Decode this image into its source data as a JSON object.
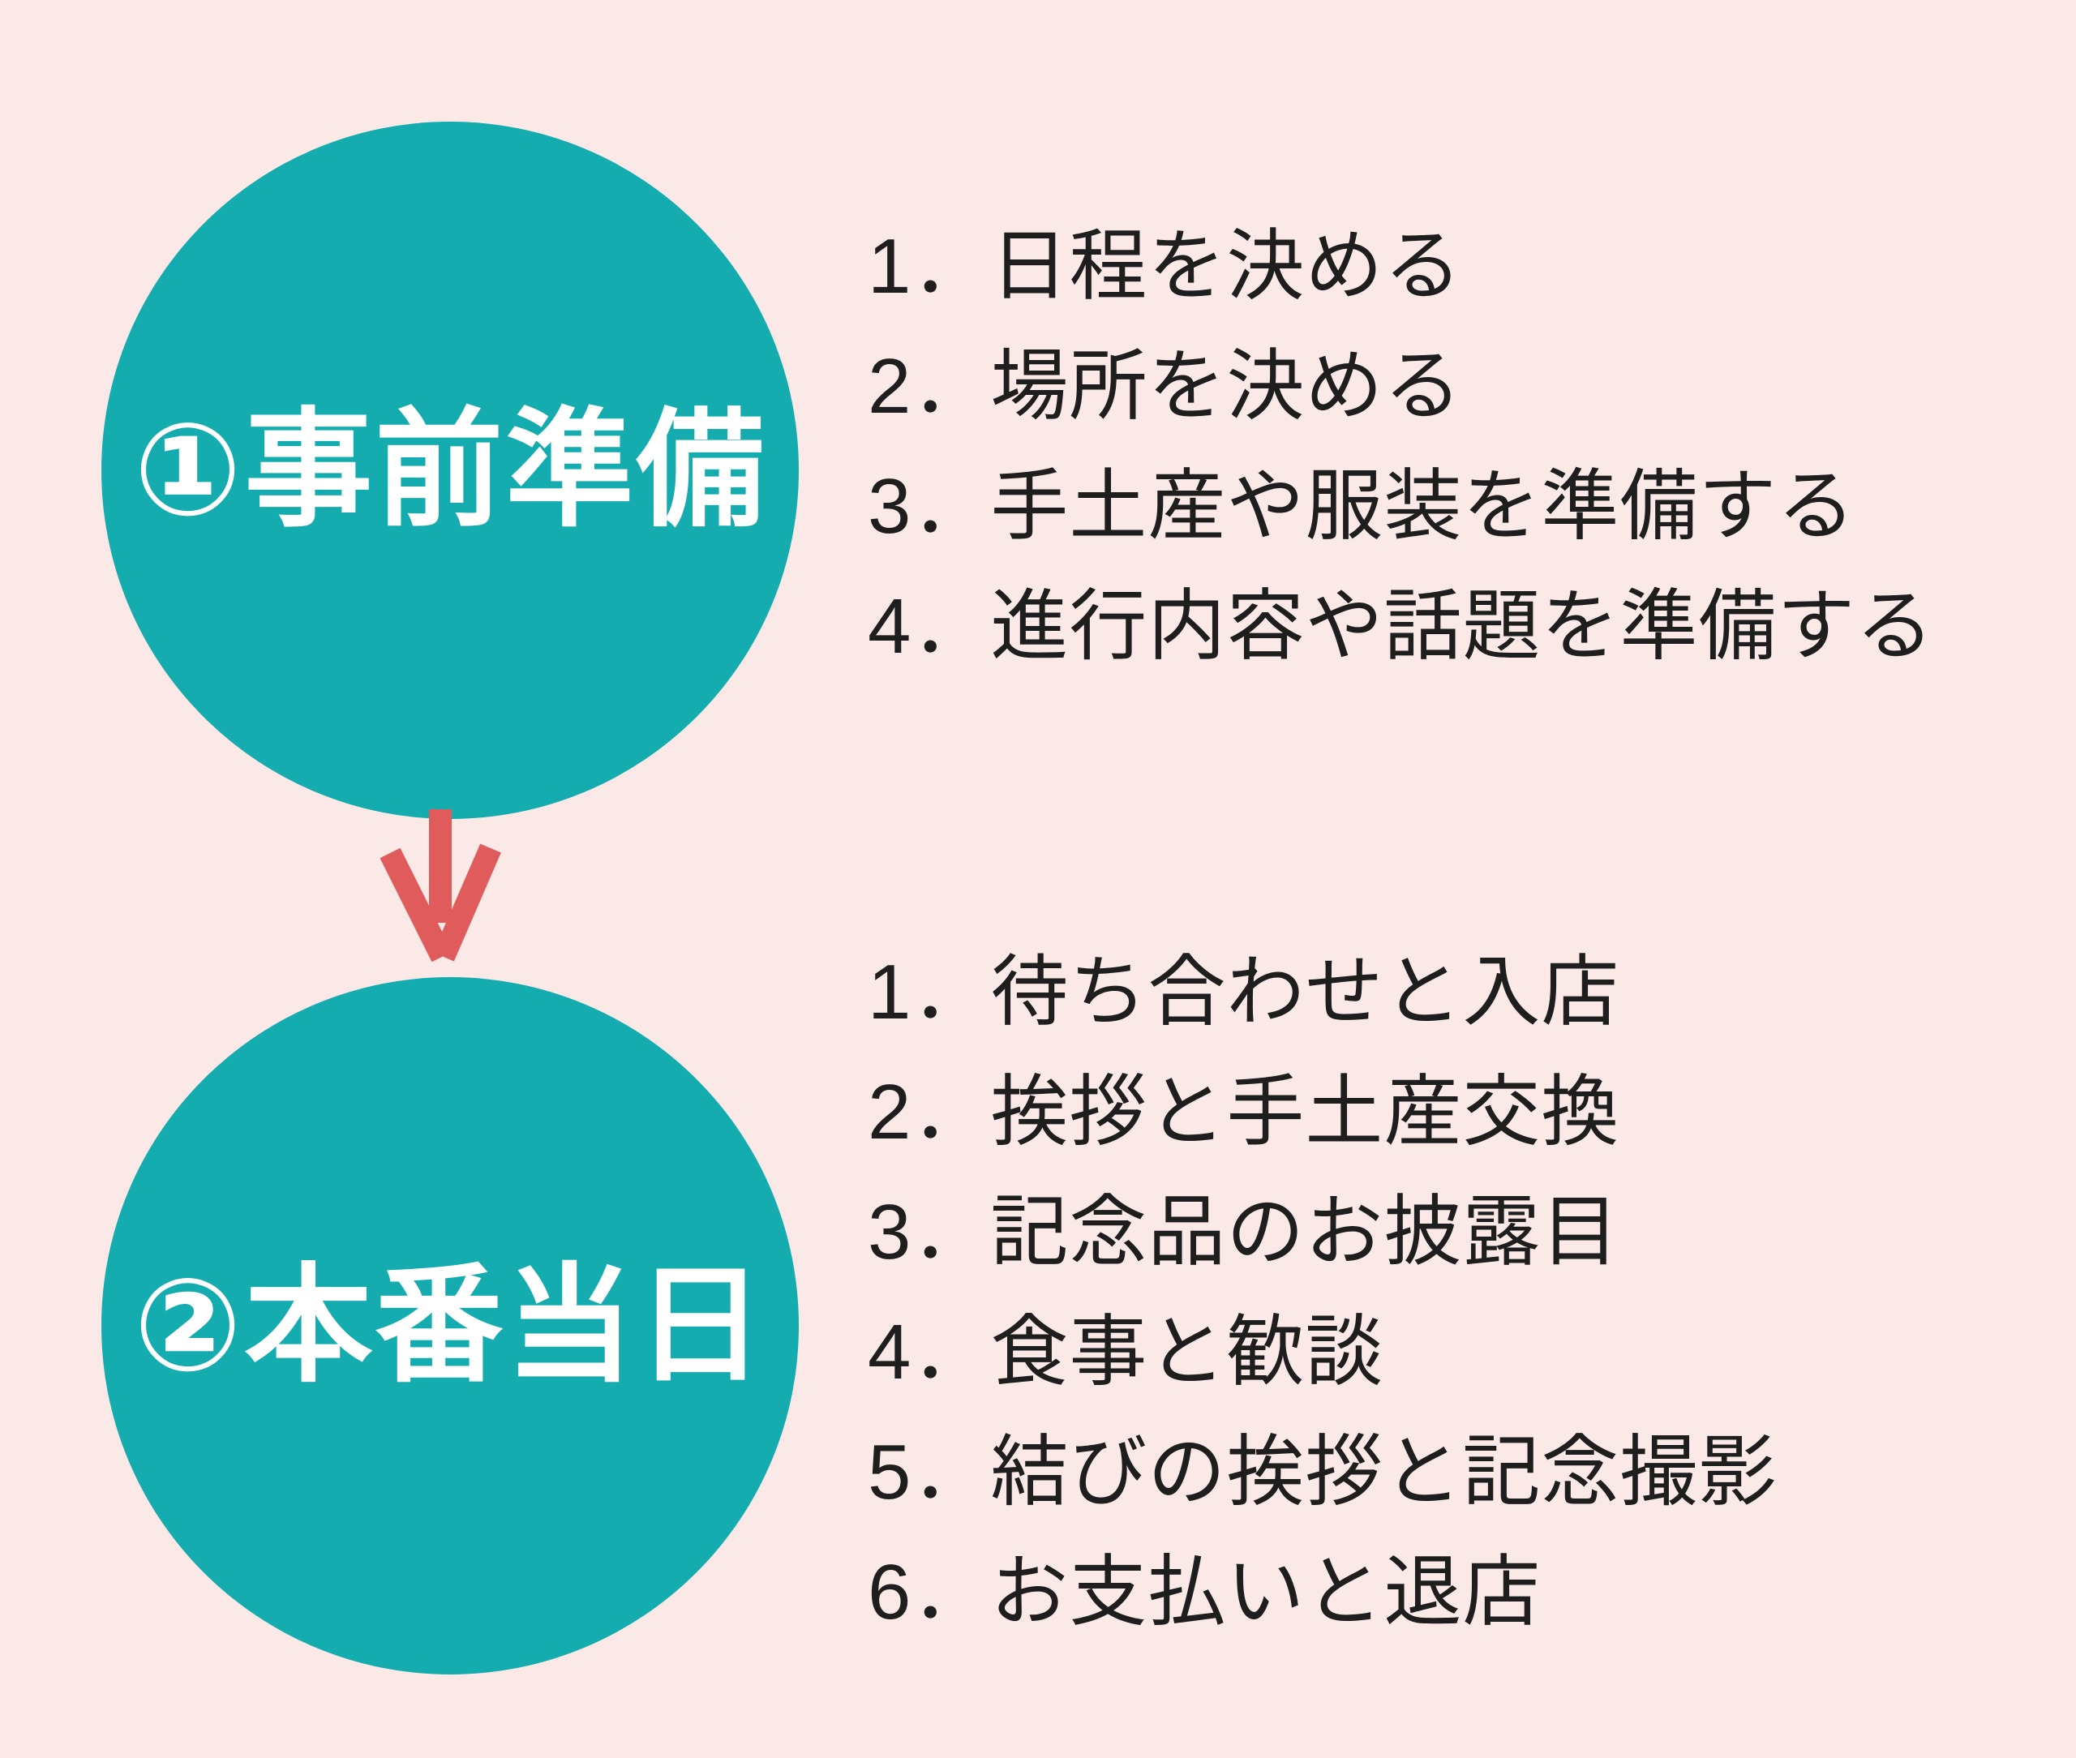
{
  "colors": {
    "bg": "#FBE9E7",
    "teal": "#15ACB0",
    "arrow": "#E05B5B",
    "text": "#1E1E1E",
    "circle_text": "#FFFFFF"
  },
  "steps": [
    {
      "circle_label": "①事前準備",
      "items": [
        "1．日程を決める",
        "2．場所を決める",
        "3．手土産や服装を準備する",
        "4．進行内容や話題を準備する"
      ]
    },
    {
      "circle_label": "②本番当日",
      "items": [
        "1．待ち合わせと入店",
        "2．挨拶と手土産交換",
        "3．記念品のお披露目",
        "4．食事と歓談",
        "5．結びの挨拶と記念撮影",
        "6．お支払いと退店"
      ]
    }
  ],
  "connector": {
    "icon": "down-arrow"
  }
}
